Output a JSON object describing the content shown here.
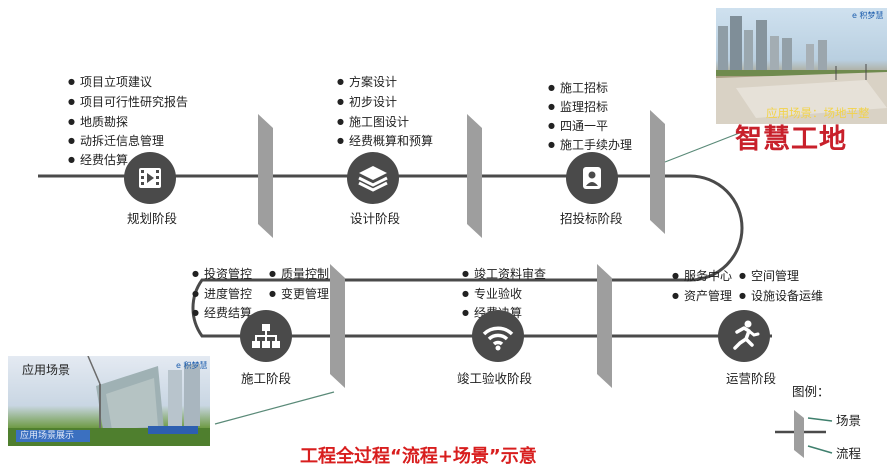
{
  "stages": [
    {
      "name": "规划阶段",
      "icon": "video-icon",
      "items": [
        "项目立项建议",
        "项目可行性研究报告",
        "地质勘探",
        "动拆迁信息管理",
        "经费估算"
      ]
    },
    {
      "name": "设计阶段",
      "icon": "layers-icon",
      "items": [
        "方案设计",
        "初步设计",
        "施工图设计",
        "经费概算和预算"
      ]
    },
    {
      "name": "招投标阶段",
      "icon": "person-icon",
      "items": [
        "施工招标",
        "监理招标",
        "四通一平",
        "施工手续办理"
      ]
    },
    {
      "name": "施工阶段",
      "icon": "org-chart-icon",
      "items": [
        "投资管控",
        "质量控制",
        "进度管控",
        "变更管理",
        "经费结算"
      ]
    },
    {
      "name": "竣工验收阶段",
      "icon": "wifi-icon",
      "items": [
        "竣工资料审查",
        "专业验收",
        "经费决算"
      ]
    },
    {
      "name": "运营阶段",
      "icon": "running-icon",
      "items": [
        "服务中心",
        "空间管理",
        "资产管理",
        "设施设备运维"
      ]
    }
  ],
  "scene_top": {
    "caption": "应用场景：场地平整",
    "logo_text": "e 积梦慧"
  },
  "scene_bottom": {
    "caption": "应用场景",
    "sub_caption": "应用场景展示",
    "logo_text": "e 积梦慧"
  },
  "brand": "智慧工地",
  "legend": {
    "title": "图例：",
    "scene": "场景",
    "process": "流程"
  },
  "title": "工程全过程“流程+场景”示意",
  "colors": {
    "track": "#4a4a4a",
    "divider": "#9e9e9e",
    "brand": "#c8202b",
    "title": "#d81e1e"
  }
}
